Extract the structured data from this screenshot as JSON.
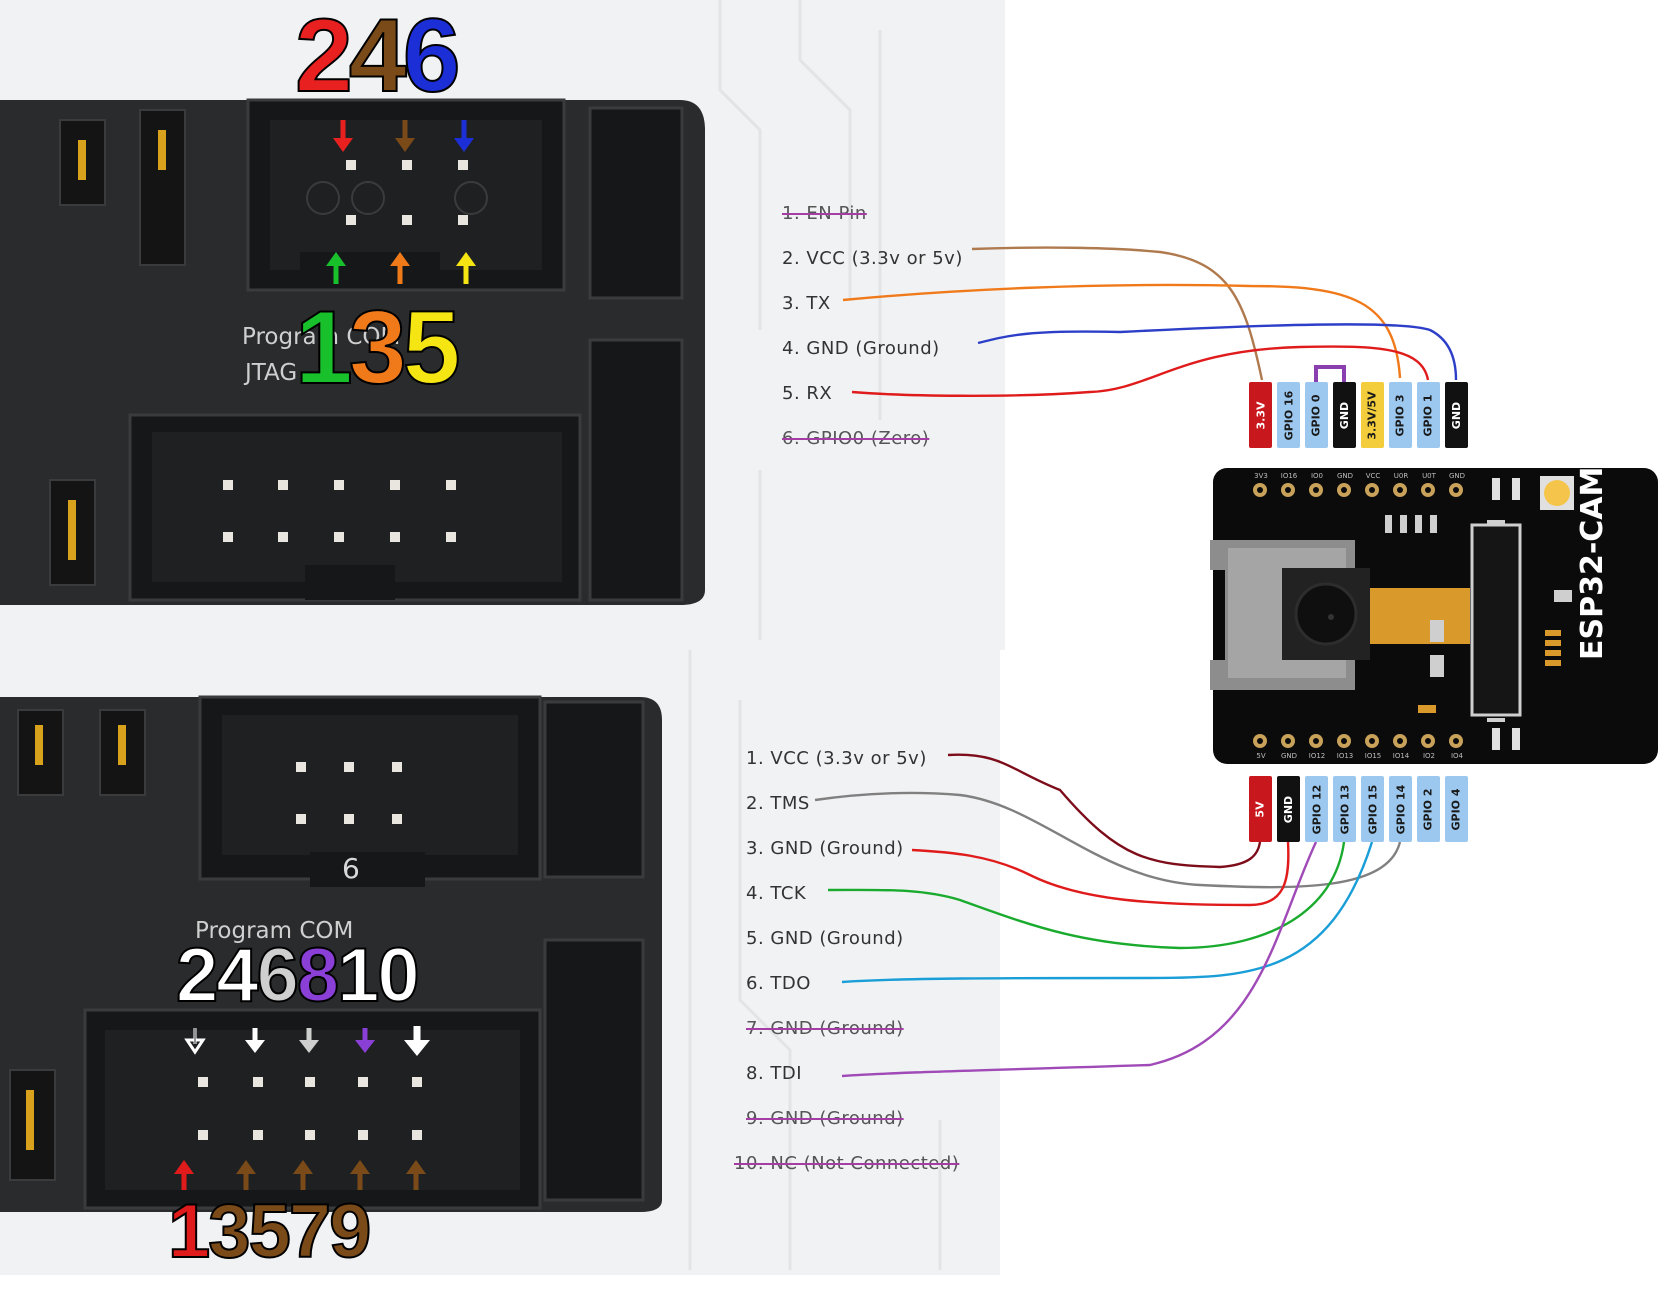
{
  "top_header": {
    "upper_numbers": [
      {
        "text": "2",
        "color": "#e8201f"
      },
      {
        "text": "4",
        "color": "#7a4a18"
      },
      {
        "text": "6",
        "color": "#1c2fd6"
      }
    ],
    "lower_numbers": [
      {
        "text": "1",
        "color": "#18c02c"
      },
      {
        "text": "3",
        "color": "#f07a1a"
      },
      {
        "text": "5",
        "color": "#f5e613"
      }
    ],
    "board_text": [
      "Program COM",
      "JTAG"
    ]
  },
  "bottom_header": {
    "upper_numbers": [
      {
        "text": "2",
        "color": "#ffffff"
      },
      {
        "text": "4",
        "color": "#ffffff"
      },
      {
        "text": "6",
        "color": "#cfcfcf"
      },
      {
        "text": "8",
        "color": "#8a3fd6"
      },
      {
        "text": "10",
        "color": "#ffffff"
      }
    ],
    "lower_numbers": [
      {
        "text": "1",
        "color": "#e01b1b"
      },
      {
        "text": "3",
        "color": "#7a4a18"
      },
      {
        "text": "5",
        "color": "#7a4a18"
      },
      {
        "text": "7",
        "color": "#7a4a18"
      },
      {
        "text": "9",
        "color": "#7a4a18"
      }
    ],
    "small_label": "6",
    "board_text": [
      "Program COM"
    ]
  },
  "top_label_list": [
    {
      "text": "1. EN Pin",
      "struck": true
    },
    {
      "text": "2. VCC (3.3v or 5v)",
      "struck": false
    },
    {
      "text": "3. TX",
      "struck": false
    },
    {
      "text": "4. GND (Ground)",
      "struck": false
    },
    {
      "text": "5. RX",
      "struck": false
    },
    {
      "text": "6. GPIO0 (Zero)",
      "struck": true
    }
  ],
  "bottom_label_list": [
    {
      "text": "1. VCC (3.3v or 5v)",
      "struck": false
    },
    {
      "text": "2. TMS",
      "struck": false
    },
    {
      "text": "3. GND (Ground)",
      "struck": false
    },
    {
      "text": "4. TCK",
      "struck": false
    },
    {
      "text": "5. GND (Ground)",
      "struck": false
    },
    {
      "text": "6. TDO",
      "struck": false
    },
    {
      "text": "7. GND (Ground)",
      "struck": true
    },
    {
      "text": "8. TDI",
      "struck": false
    },
    {
      "text": "9. GND (Ground)",
      "struck": true
    },
    {
      "text": "10. NC (Not Connected)",
      "struck": true
    }
  ],
  "esp32": {
    "name": "ESP32-CAM",
    "top_pins": [
      {
        "label": "3.3V",
        "bg": "#c8181e",
        "fg": "#ffffff"
      },
      {
        "label": "GPIO 16",
        "bg": "#9cc8ef",
        "fg": "#1a1a1a"
      },
      {
        "label": "GPIO 0",
        "bg": "#9cc8ef",
        "fg": "#1a1a1a"
      },
      {
        "label": "GND",
        "bg": "#111111",
        "fg": "#ffffff"
      },
      {
        "label": "3.3V/5V",
        "bg": "#f3cd3c",
        "fg": "#1a1a1a"
      },
      {
        "label": "GPIO 3",
        "bg": "#9cc8ef",
        "fg": "#1a1a1a"
      },
      {
        "label": "GPIO 1",
        "bg": "#9cc8ef",
        "fg": "#1a1a1a"
      },
      {
        "label": "GND",
        "bg": "#111111",
        "fg": "#ffffff"
      }
    ],
    "bottom_pins": [
      {
        "label": "5V",
        "bg": "#c8181e",
        "fg": "#ffffff"
      },
      {
        "label": "GND",
        "bg": "#111111",
        "fg": "#ffffff"
      },
      {
        "label": "GPIO 12",
        "bg": "#9cc8ef",
        "fg": "#1a1a1a"
      },
      {
        "label": "GPIO 13",
        "bg": "#9cc8ef",
        "fg": "#1a1a1a"
      },
      {
        "label": "GPIO 15",
        "bg": "#9cc8ef",
        "fg": "#1a1a1a"
      },
      {
        "label": "GPIO 14",
        "bg": "#9cc8ef",
        "fg": "#1a1a1a"
      },
      {
        "label": "GPIO 2",
        "bg": "#9cc8ef",
        "fg": "#1a1a1a"
      },
      {
        "label": "GPIO 4",
        "bg": "#9cc8ef",
        "fg": "#1a1a1a"
      }
    ],
    "silk_top": [
      "3V3",
      "IO16",
      "IO0",
      "GND",
      "VCC",
      "U0R",
      "U0T",
      "GND"
    ],
    "silk_bottom": [
      "5V",
      "GND",
      "IO12",
      "IO13",
      "IO15",
      "IO14",
      "IO2",
      "IO4"
    ]
  },
  "wire_colors": {
    "vcc_top": "#b07a4f",
    "tx": "#f07a1a",
    "gnd_top": "#2d3fc8",
    "rx": "#e01b1b",
    "gpio0_bridge": "#8a3fb0",
    "vcc_bottom": "#7d0d1a",
    "tms": "#808080",
    "gnd_bottom": "#e01b1b",
    "tck": "#1aab2e",
    "tdo": "#1a9ed8",
    "tdi": "#a04ab8"
  }
}
